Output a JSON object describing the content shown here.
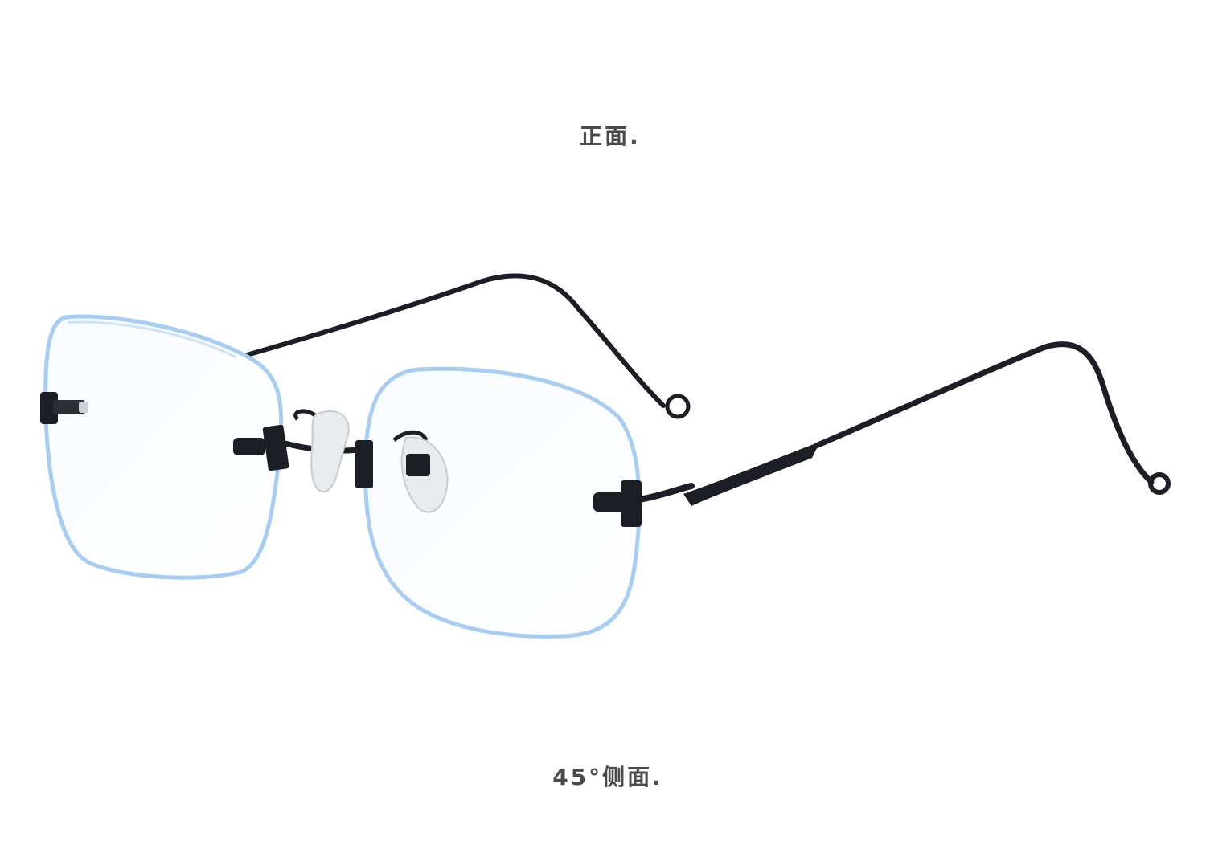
{
  "captions": {
    "front_view": "正面.",
    "side_view": "45°侧面."
  },
  "product": {
    "name": "rimless-eyeglasses",
    "lens_edge_color": "#a9cdf0",
    "frame_color": "#1b1e24",
    "nose_pad_color": "#e8ecef",
    "background_color": "#ffffff"
  }
}
